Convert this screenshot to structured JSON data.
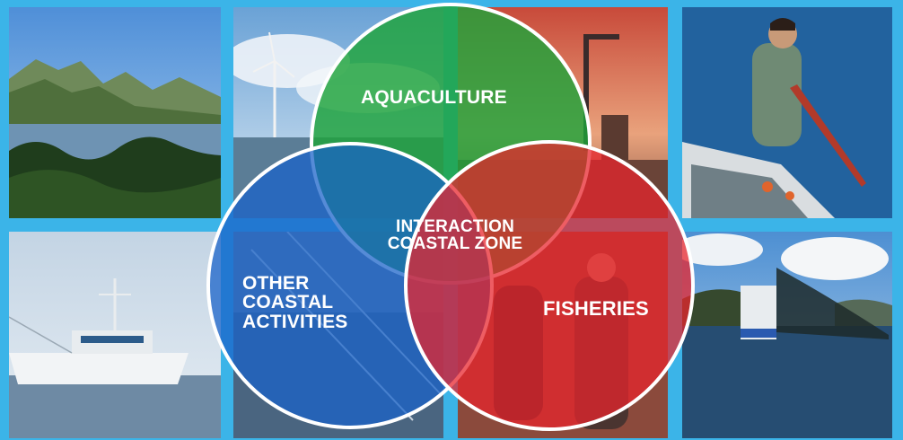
{
  "diagram": {
    "labels": {
      "aquaculture": "AQUACULTURE",
      "interaction_line1": "INTERACTION",
      "interaction_line2": "COASTAL ZONE",
      "other_line1": "OTHER",
      "other_line2": "COASTAL",
      "other_line3": "ACTIVITIES",
      "fisheries": "FISHERIES"
    },
    "colors": {
      "background": "#3bb4e8",
      "aquaculture": "#1fa43a",
      "other_coastal_activities": "#1a63c9",
      "fisheries": "#e8242c",
      "circle_outline": "#ffffff"
    }
  },
  "photos": [
    {
      "name": "fjord-mountains-photo"
    },
    {
      "name": "offshore-wind-turbine-photo"
    },
    {
      "name": "vessel-crane-sunset-photo"
    },
    {
      "name": "fisherman-in-boat-photo"
    },
    {
      "name": "fishing-trawler-photo"
    },
    {
      "name": "boat-deck-photo"
    },
    {
      "name": "crew-handling-gear-photo"
    },
    {
      "name": "purse-seine-vessel-photo"
    }
  ]
}
